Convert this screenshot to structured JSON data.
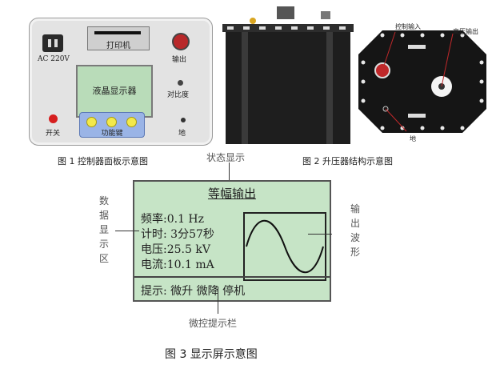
{
  "fig1": {
    "power_input_label": "AC 220V",
    "printer_label": "打印机",
    "output_label": "输出",
    "lcd_label": "液晶显示器",
    "contrast_label": "对比度",
    "power_switch_label": "开关",
    "function_keys_label": "功能键",
    "ground_label": "地",
    "caption": "图 1  控制器面板示意图"
  },
  "fig2": {
    "caption": "图 2 升压器结构示意图",
    "control_input_label": "控制输入",
    "hv_output_label": "高压输出",
    "ground_label": "地"
  },
  "fig3": {
    "top_label": "状态显示",
    "screen_title": "等幅输出",
    "frequency": "频率:0.1 Hz",
    "timer": "计时: 3分57秒",
    "voltage": "电压:25.5 kV",
    "current": "电流:10.1 mA",
    "hint": "提示: 微升 微降 停机",
    "left_label": [
      "数",
      "据",
      "显",
      "示",
      "区"
    ],
    "right_label": [
      "输",
      "出",
      "波",
      "形"
    ],
    "bottom_label": "微控提示栏",
    "caption": "图 3 显示屏示意图"
  },
  "colors": {
    "lcd_green": "#c6e4c6",
    "function_key_panel": "#9ab4e6",
    "function_button": "#f3e94a",
    "power_button": "#d61f1f",
    "connector_red": "#b8282a"
  }
}
